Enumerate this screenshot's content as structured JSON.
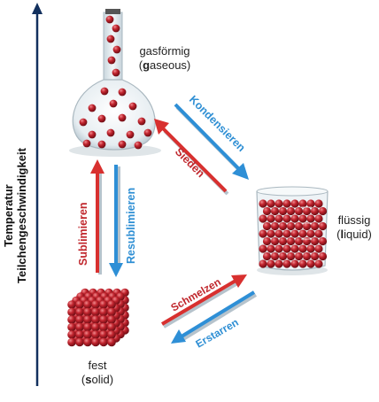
{
  "axis": {
    "line1": "Temperatur",
    "line2": "Teilchengeschwindigkeit"
  },
  "states": {
    "gas": {
      "name": "gasförmig",
      "en_pre": "(",
      "en_bold": "g",
      "en_rest": "aseous)"
    },
    "liquid": {
      "name": "flüssig",
      "en_pre": "(",
      "en_bold": "l",
      "en_rest": "iquid)"
    },
    "solid": {
      "name": "fest",
      "en_pre": "(",
      "en_bold": "s",
      "en_rest": "olid)"
    }
  },
  "transitions": {
    "condensing": "Kondensieren",
    "boiling": "Sieden",
    "sublimation": "Sublimieren",
    "resublimation": "Resublimieren",
    "melting": "Schmelzen",
    "freezing": "Erstarren"
  },
  "colors": {
    "red_arrow": "#d8302f",
    "blue_arrow": "#2e8fd6",
    "red_text": "#c0272d",
    "blue_text": "#2f8fd4",
    "particle": "#b5202b",
    "axis": "#12305e"
  }
}
